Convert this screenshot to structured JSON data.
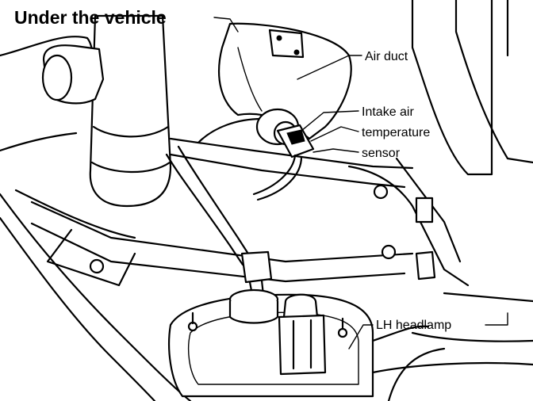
{
  "title": "Under the vehicle",
  "callouts": {
    "air_duct": "Air duct",
    "intake_line1": "Intake air",
    "intake_line2": "temperature",
    "intake_line3": "sensor",
    "headlamp": "LH headlamp"
  },
  "colors": {
    "ink": "#000000",
    "paper": "#ffffff"
  }
}
